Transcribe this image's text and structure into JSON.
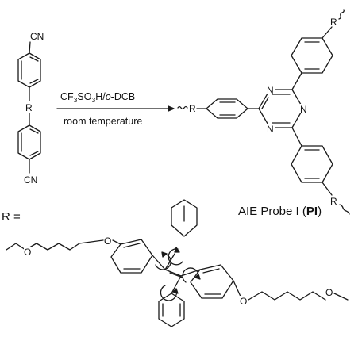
{
  "scheme": {
    "reagent_main": "CF",
    "reagent_sub": "3",
    "reagent_main2": "SO",
    "reagent_sub2": "3",
    "reagent_tail": "H/",
    "reagent_solvent_italic": "o",
    "reagent_solvent_rest": "-DCB",
    "condition": "room temperature",
    "probe_label": "AIE Probe I (",
    "probe_label_bold": "PI",
    "probe_label_end": ")",
    "r_definition": "R =",
    "atoms": {
      "cn_top": "CN",
      "cn_bottom": "CN",
      "r_monomer": "R",
      "r_left": "R",
      "r_top": "R",
      "r_bottom": "R",
      "n1": "N",
      "n2": "N",
      "n3": "N",
      "o1": "O",
      "o2": "O",
      "o3": "O",
      "o4": "O"
    }
  }
}
